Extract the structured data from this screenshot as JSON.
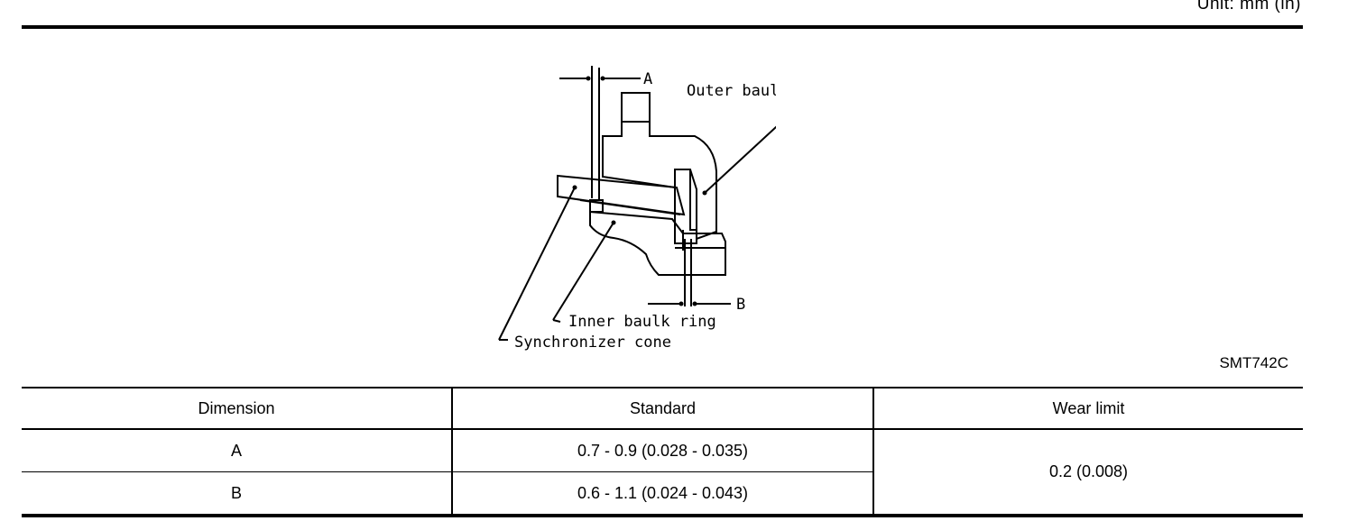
{
  "header": {
    "unit": "Unit: mm (in)"
  },
  "figure": {
    "labels": {
      "a": "A",
      "b": "B",
      "outer": "Outer baulk ring",
      "inner": "Inner baulk ring",
      "cone": "Synchronizer cone"
    },
    "code": "SMT742C"
  },
  "table": {
    "headers": [
      "Dimension",
      "Standard",
      "Wear limit"
    ],
    "rows": [
      {
        "dimension": "A",
        "standard": "0.7 - 0.9 (0.028 - 0.035)"
      },
      {
        "dimension": "B",
        "standard": "0.6 - 1.1 (0.024 - 0.043)"
      }
    ],
    "wear_limit": "0.2 (0.008)"
  }
}
